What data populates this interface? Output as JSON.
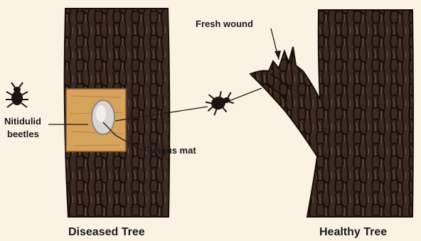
{
  "labels": {
    "fresh_wound": "Fresh wound",
    "beetles_line1": "Nitidulid",
    "beetles_line2": "beetles",
    "fungus_mat": "Fungus mat",
    "diseased_tree": "Diseased Tree",
    "healthy_tree": "Healthy Tree"
  },
  "colors": {
    "background": "#faf3e3",
    "bark": "#3b2a22",
    "bark_crack": "#160e0a",
    "exposed_wood": "#d7a25c",
    "fungus_mat": "#d9d6cf",
    "ink": "#1a1a1a"
  },
  "icons": [
    "beetle-icon",
    "beetle-icon"
  ]
}
